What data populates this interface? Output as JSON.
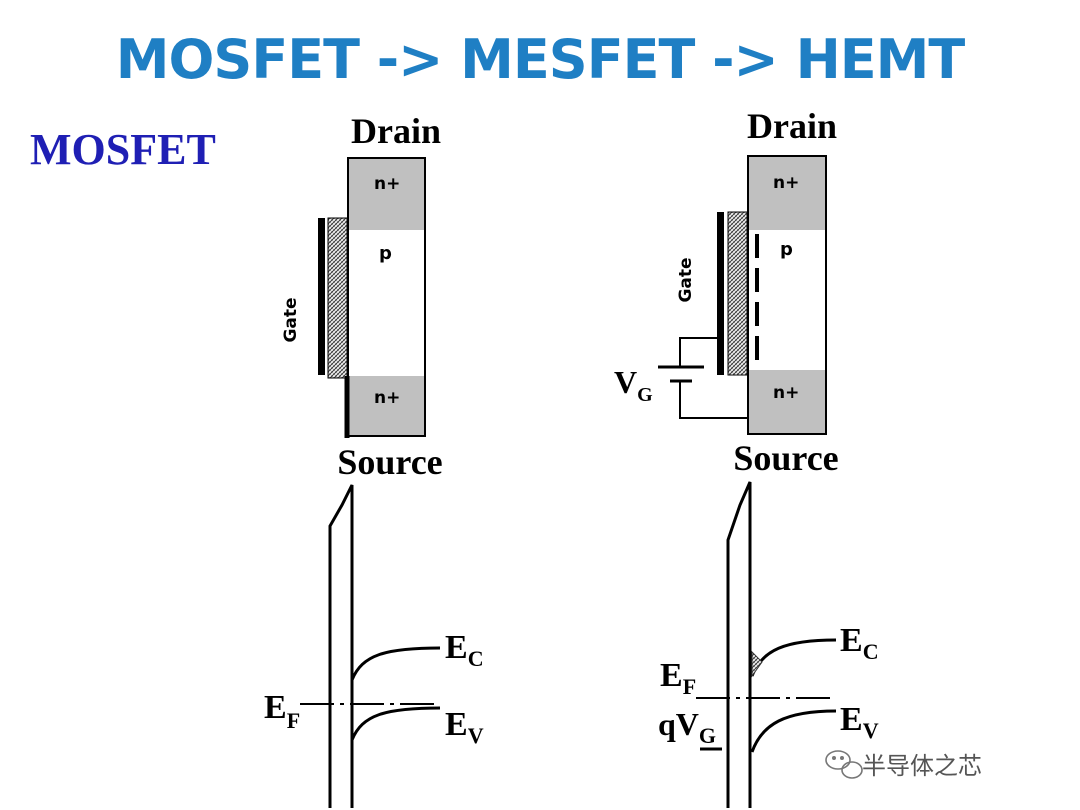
{
  "slide": {
    "title": "MOSFET -> MESFET -> HEMT",
    "subtitle": "MOSFET",
    "colors": {
      "title": "#1f7fc4",
      "subtitle": "#1f1fb4",
      "doped_region": "#c0c0c0"
    }
  },
  "left_device": {
    "drain_label": "Drain",
    "source_label": "Source",
    "gate_label": "Gate",
    "top_region": "n+",
    "middle_region": "p",
    "bottom_region": "n+"
  },
  "right_device": {
    "drain_label": "Drain",
    "source_label": "Source",
    "gate_label": "Gate",
    "top_region": "n+",
    "middle_region": "p",
    "bottom_region": "n+",
    "voltage_label": "V",
    "voltage_sub": "G"
  },
  "left_band": {
    "ec_label": "E",
    "ec_sub": "C",
    "ev_label": "E",
    "ev_sub": "V",
    "ef_label": "E",
    "ef_sub": "F"
  },
  "right_band": {
    "ec_label": "E",
    "ec_sub": "C",
    "ev_label": "E",
    "ev_sub": "V",
    "ef_label": "E",
    "ef_sub": "F",
    "qv_label": "qV",
    "qv_sub": "G"
  },
  "watermark": {
    "text": "半导体之芯",
    "icon": "wechat-icon"
  }
}
